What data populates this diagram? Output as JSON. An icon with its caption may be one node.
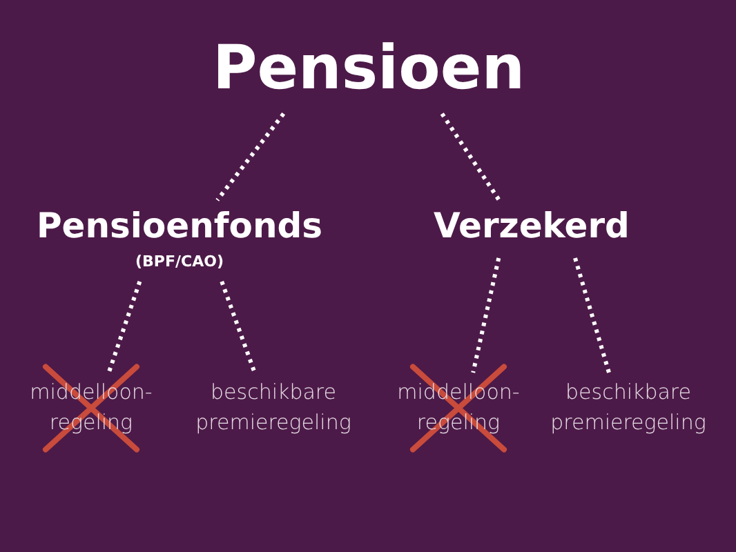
{
  "diagram": {
    "nodes": [
      {
        "text": [
          "Pensioen"
        ]
      },
      {
        "text": [
          "Pensioenfonds",
          "(BPF/CAO)"
        ]
      },
      {
        "text": [
          "Verzekerd"
        ]
      },
      {
        "text": [
          "middelloon- regeling"
        ]
      },
      {
        "text": [
          "beschikbare premieregeling"
        ]
      },
      {
        "text": [
          "middelloon- regeling"
        ]
      },
      {
        "text": [
          "beschikbare premieregeling"
        ]
      }
    ],
    "edges": [
      {
        "from": 0,
        "to": 1,
        "arrow": "none"
      },
      {
        "from": 0,
        "to": 2,
        "arrow": "none"
      },
      {
        "from": 1,
        "to": 3,
        "arrow": "none"
      },
      {
        "from": 1,
        "to": 4,
        "arrow": "none"
      },
      {
        "from": 2,
        "to": 5,
        "arrow": "none"
      },
      {
        "from": 2,
        "to": 6,
        "arrow": "none"
      }
    ]
  }
}
